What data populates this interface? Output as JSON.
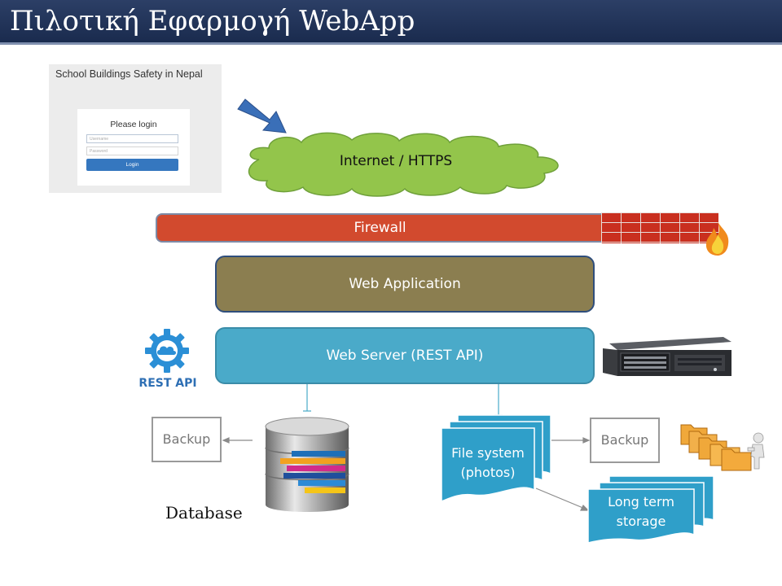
{
  "slide": {
    "title": "Πιλοτική Εφαρμογή WebApp"
  },
  "login_screenshot": {
    "heading": "School Buildings Safety in Nepal",
    "form_title": "Please login",
    "username_placeholder": "Username",
    "password_placeholder": "Password",
    "login_button": "Login"
  },
  "diagram": {
    "internet": "Internet / HTTPS",
    "firewall": "Firewall",
    "web_application": "Web Application",
    "web_server": "Web Server (REST API)",
    "rest_api_logo": "REST API",
    "backup_left": "Backup",
    "backup_right": "Backup",
    "database": "Database",
    "file_system": [
      "File system",
      "(photos)"
    ],
    "long_term_storage": [
      "Long term",
      "storage"
    ]
  },
  "colors": {
    "title_bar": "#1f3158",
    "cloud": "#93c54b",
    "firewall": "#d24a2e",
    "web_application": "#8b7e50",
    "web_server": "#4aaac9",
    "storage": "#2f9fc9",
    "arrow": "#3a6fb8"
  },
  "icons": [
    "arrow-icon",
    "cloud-icon",
    "brick-wall-icon",
    "flame-icon",
    "gear-cloud-icon",
    "server-rack-icon",
    "database-icon",
    "document-stack-icon",
    "folders-icon"
  ]
}
